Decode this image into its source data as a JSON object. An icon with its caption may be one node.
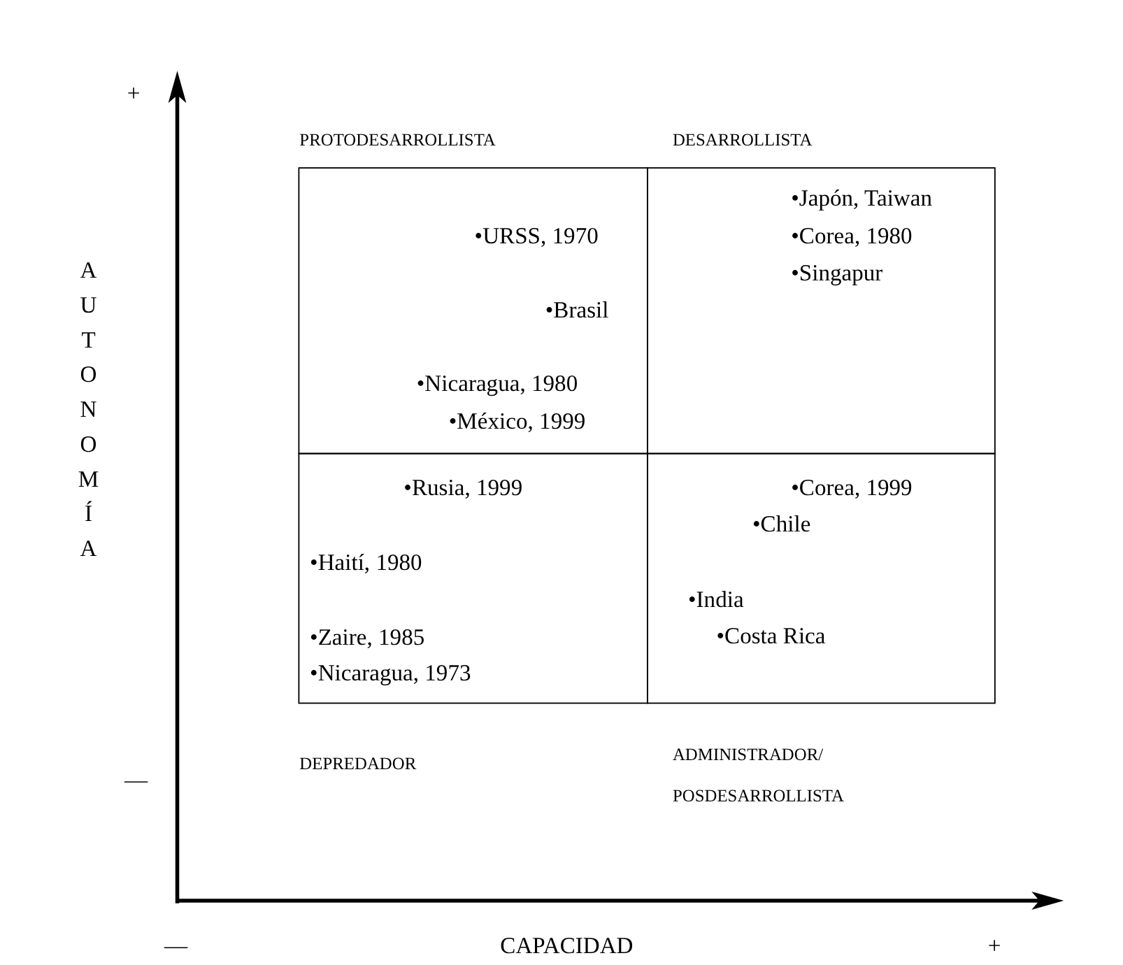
{
  "diagram": {
    "nodes": [
      {
        "text": [
          "PROTODESARROLLISTA",
          "•URSS, 1970",
          "•Brasil",
          "•Nicaragua, 1980",
          "•México, 1999"
        ]
      },
      {
        "text": [
          "DESARROLLISTA",
          "•Japón, Taiwan",
          "•Corea, 1980",
          "•Singapur"
        ]
      },
      {
        "text": [
          "DEPREDADOR",
          "•Rusia, 1999",
          "•Haití, 1980",
          "•Zaire, 1985",
          "•Nicaragua, 1973"
        ]
      },
      {
        "text": [
          "ADMINISTRADOR/ POSDESARROLLISTA",
          "•Corea, 1999",
          "•Chile",
          "•India",
          "•Costa Rica"
        ]
      }
    ],
    "labels": [
      "+",
      "AUTONOMÍA",
      "—",
      "—",
      "CAPACIDAD",
      "+"
    ]
  }
}
